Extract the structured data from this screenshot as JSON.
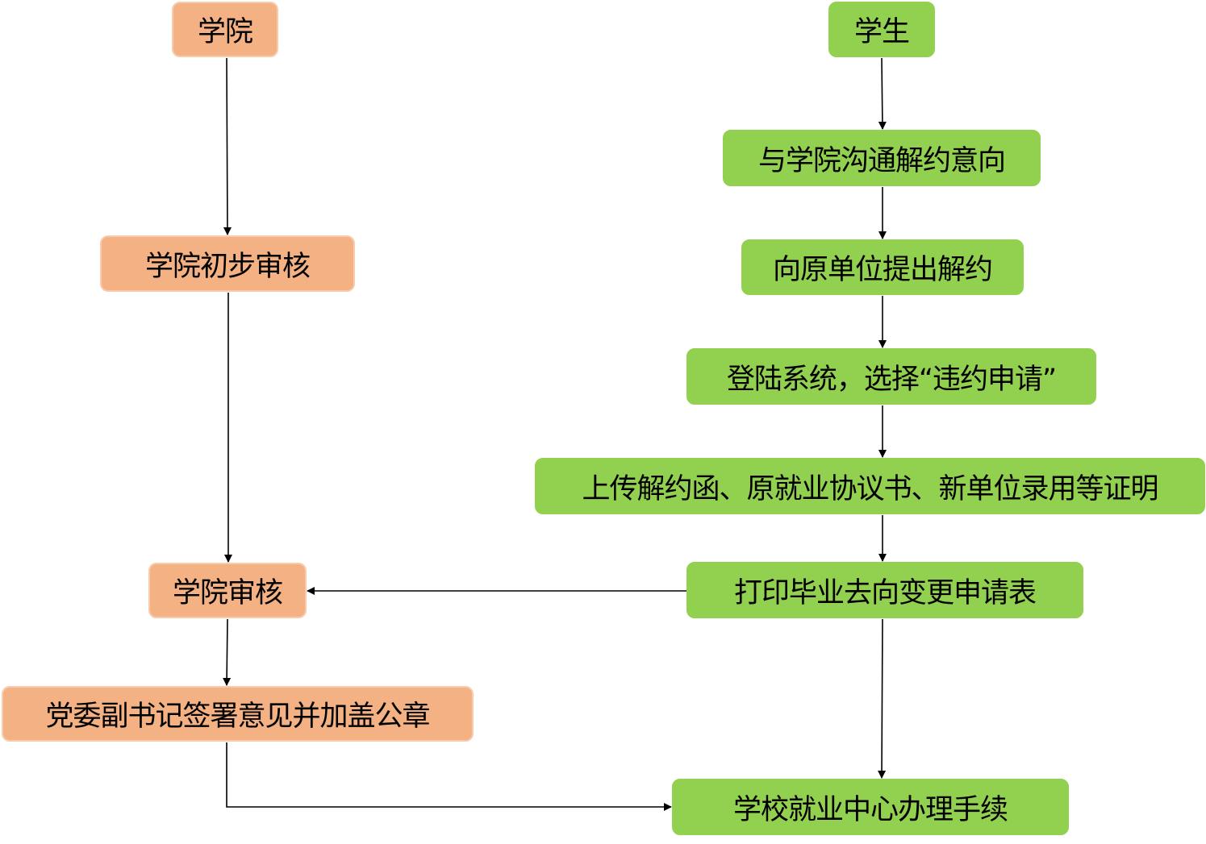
{
  "colors": {
    "college": "#F4B183",
    "student": "#92D050",
    "line": "#000000"
  },
  "college": {
    "header": "学院",
    "steps": [
      "学院初步审核",
      "学院审核",
      "党委副书记签署意见并加盖公章"
    ]
  },
  "student": {
    "header": "学生",
    "steps": [
      "与学院沟通解约意向",
      "向原单位提出解约",
      "登陆系统，选择“违约申请”",
      "上传解约函、原就业协议书、新单位录用等证明",
      "打印毕业去向变更申请表"
    ]
  },
  "final": "学校就业中心办理手续"
}
